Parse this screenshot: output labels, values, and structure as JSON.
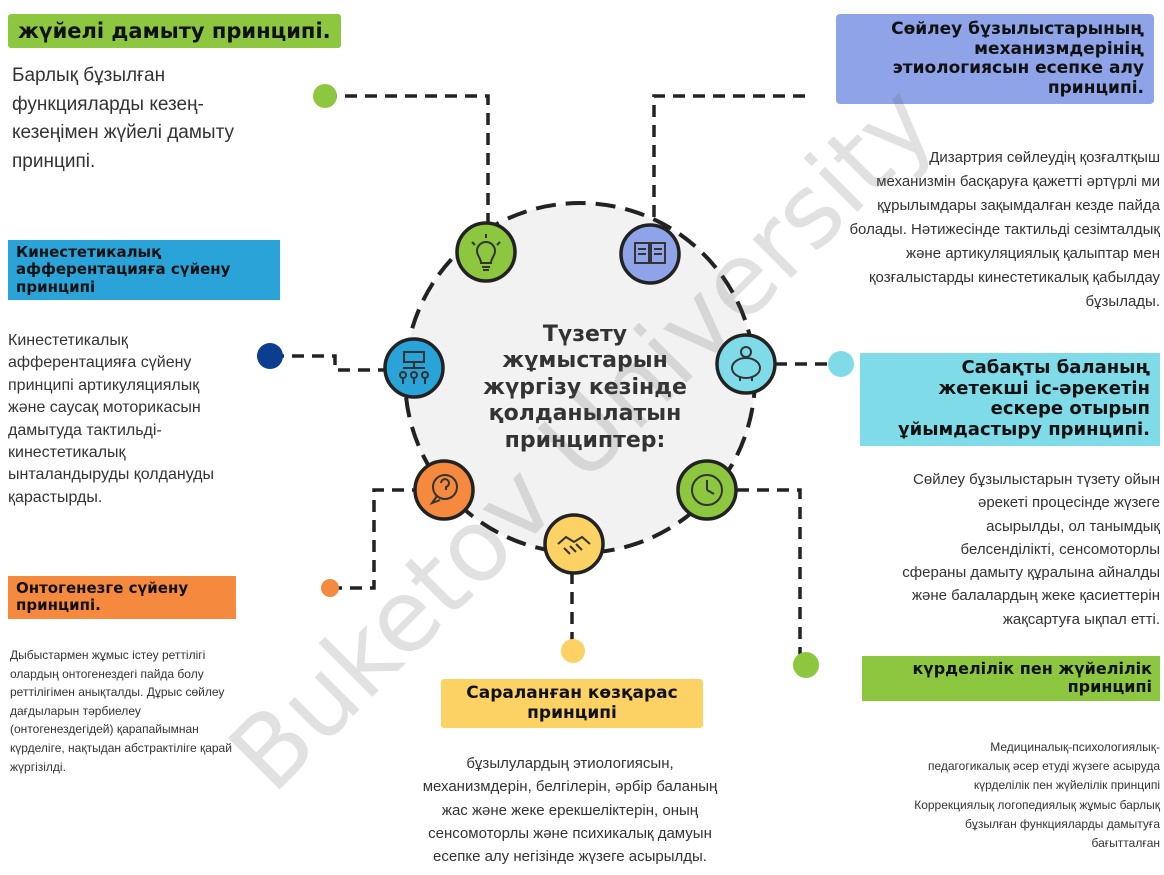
{
  "center": {
    "lines": [
      "Түзету",
      "жұмыстарын",
      "жүргізу кезінде",
      "қолданылатын",
      "принциптер:"
    ]
  },
  "principles": {
    "p1": {
      "title": [
        "жүйелі дамыту принципі."
      ],
      "text": [
        "Барлық бұзылған",
        "функцияларды кезең-",
        "кезеңімен жүйелі дамыту",
        "принципі."
      ]
    },
    "p2": {
      "title": [
        "Кинестетикалық",
        "афферентацияға сүйену",
        "принципі"
      ],
      "text": [
        "Кинестетикалық",
        "афферентацияға сүйену",
        "принципі артикуляциялық",
        "және саусақ моторикасын",
        "дамытуда тактильді-",
        "кинестетикалық",
        "ынталандыруды қолдануды",
        "қарастырды."
      ]
    },
    "p3": {
      "title": [
        "Онтогенезге сүйену",
        "принципі."
      ],
      "text": [
        "Дыбыстармен жұмыс істеу реттілігі",
        "олардың онтогенездегі пайда болу",
        "реттілігімен анықталды. Дұрыс сөйлеу",
        "дағдыларын тәрбиелеу",
        "(онтогенездегідей) қарапайымнан",
        "күрделіге, нақтыдан абстрактіліге қарай",
        "жүргізілді."
      ]
    },
    "p4": {
      "title": [
        "Сараланған көзқарас",
        "принципі"
      ],
      "text": [
        "бұзылулардың этиологиясын,",
        "механизмдерін, белгілерін, әрбір баланың",
        "жас және жеке ерекшеліктерін, оның",
        "сенсомоторлы және психикалық дамуын",
        "есепке алу негізінде жүзеге асырылды."
      ]
    },
    "p5": {
      "title": [
        "күрделілік пен жүйелілік",
        "принципі"
      ],
      "text": [
        "Медициналық-психологиялық-",
        "педагогикалық әсер етуді жүзеге асыруда",
        "күрделілік пен жүйелілік принципі",
        "Коррекциялық логопедиялық жұмыс барлық",
        "бұзылған функцияларды дамытуға",
        "бағытталған"
      ]
    },
    "p6": {
      "title": [
        "Сабақты баланың",
        "жетекші іс-әрекетін",
        "ескере отырып",
        "ұйымдастыру принципі."
      ],
      "text": [
        "Сөйлеу бұзылыстарын түзету ойын",
        "әрекеті процесінде жүзеге",
        "асырылды, ол танымдық",
        "белсенділікті, сенсомоторлы",
        "сфераны дамыту құралына айналды",
        "және балалардың жеке қасиеттерін",
        "жақсартуға ықпал етті."
      ]
    },
    "p7": {
      "title": [
        "Сөйлеу бұзылыстарының",
        "механизмдерінің",
        "этиологиясын есепке алу",
        "принципі."
      ],
      "text": [
        "Дизартрия сөйлеудің қозғалтқыш",
        "механизмін басқаруға қажетті әртүрлі ми",
        "құрылымдары зақымдалған кезде пайда",
        "болады. Нәтижесінде тактильді сезімталдық",
        "және артикуляциялық қалыптар мен",
        "қозғалыстарды кинестетикалық қабылдау",
        "бұзылады."
      ]
    }
  },
  "watermark": "Buketov University",
  "colors": {
    "green": "#8dc63f",
    "blue": "#29a3d8",
    "orange": "#f58a3f",
    "yellow": "#fcd265",
    "purple": "#8fa4e8",
    "cyan": "#7fdbe8",
    "navy": "#0b3d91"
  },
  "icons": [
    "lightbulb-icon",
    "book-icon",
    "piggy-bank-icon",
    "clock-icon",
    "handshake-icon",
    "question-bubble-icon",
    "team-icon"
  ]
}
